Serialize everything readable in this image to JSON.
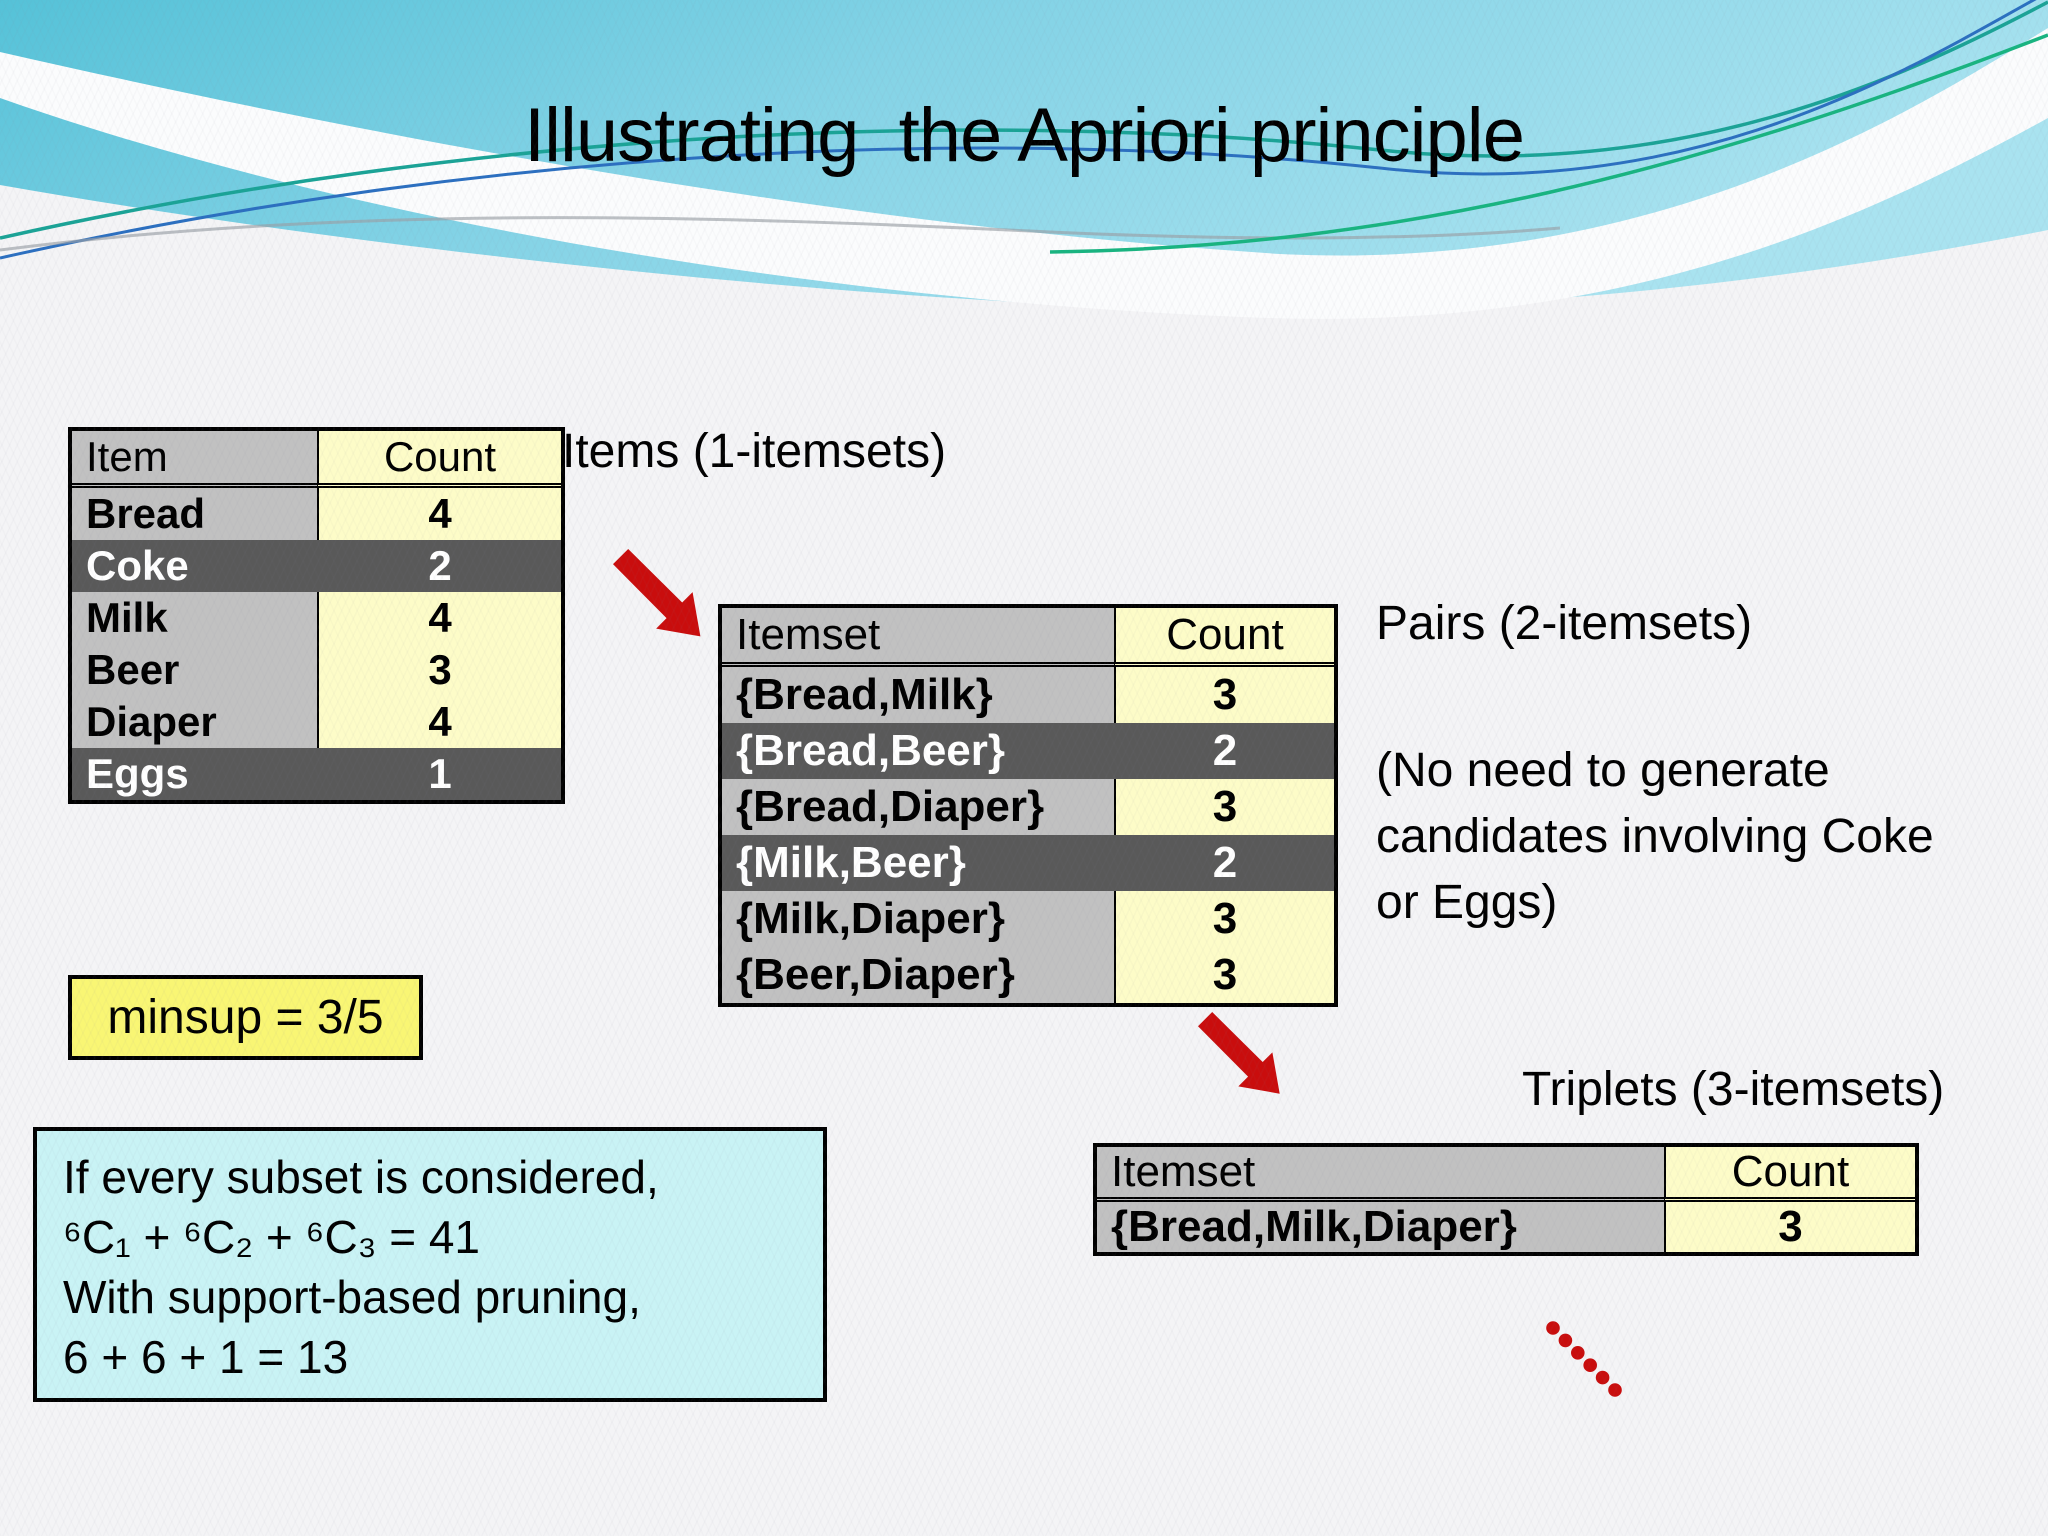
{
  "title": "Illustrating  the Apriori principle",
  "labels": {
    "items1": "Items (1-itemsets)",
    "pairs2": "Pairs (2-itemsets)",
    "triplets3": "Triplets (3-itemsets)"
  },
  "note_lines": [
    "(No need to generate",
    "candidates involving Coke",
    "or Eggs)"
  ],
  "minsup": {
    "text": "minsup = 3/5"
  },
  "infobox": {
    "lines": [
      "If every subset is considered,",
      "⁶C₁ + ⁶C₂ + ⁶C₃ = 41",
      "With support-based pruning,",
      "6 + 6 + 1 = 13"
    ]
  },
  "tables": {
    "items1": {
      "headers": {
        "name": "Item",
        "count": "Count"
      },
      "rows": [
        {
          "name": "Bread",
          "count": "4",
          "pruned": false
        },
        {
          "name": "Coke",
          "count": "2",
          "pruned": true
        },
        {
          "name": "Milk",
          "count": "4",
          "pruned": false
        },
        {
          "name": "Beer",
          "count": "3",
          "pruned": false
        },
        {
          "name": "Diaper",
          "count": "4",
          "pruned": false
        },
        {
          "name": "Eggs",
          "count": "1",
          "pruned": true
        }
      ]
    },
    "pairs2": {
      "headers": {
        "name": "Itemset",
        "count": "Count"
      },
      "rows": [
        {
          "name": "{Bread,Milk}",
          "count": "3",
          "pruned": false
        },
        {
          "name": "{Bread,Beer}",
          "count": "2",
          "pruned": true
        },
        {
          "name": "{Bread,Diaper}",
          "count": "3",
          "pruned": false
        },
        {
          "name": "{Milk,Beer}",
          "count": "2",
          "pruned": true
        },
        {
          "name": "{Milk,Diaper}",
          "count": "3",
          "pruned": false
        },
        {
          "name": "{Beer,Diaper}",
          "count": "3",
          "pruned": false
        }
      ]
    },
    "triplets3": {
      "headers": {
        "name": "Itemset",
        "count": "Count"
      },
      "rows": [
        {
          "name": "{Bread,Milk,Diaper}",
          "count": "3",
          "pruned": false
        }
      ]
    }
  },
  "colors": {
    "header_gray": "#c1c1c1",
    "cell_yellow": "#fdfcc8",
    "pruned": "#595959",
    "minsup_yellow": "#f9f674",
    "cyan": "#c9f3f5",
    "red": "#c90d0d",
    "page": "#f4f4f6"
  }
}
